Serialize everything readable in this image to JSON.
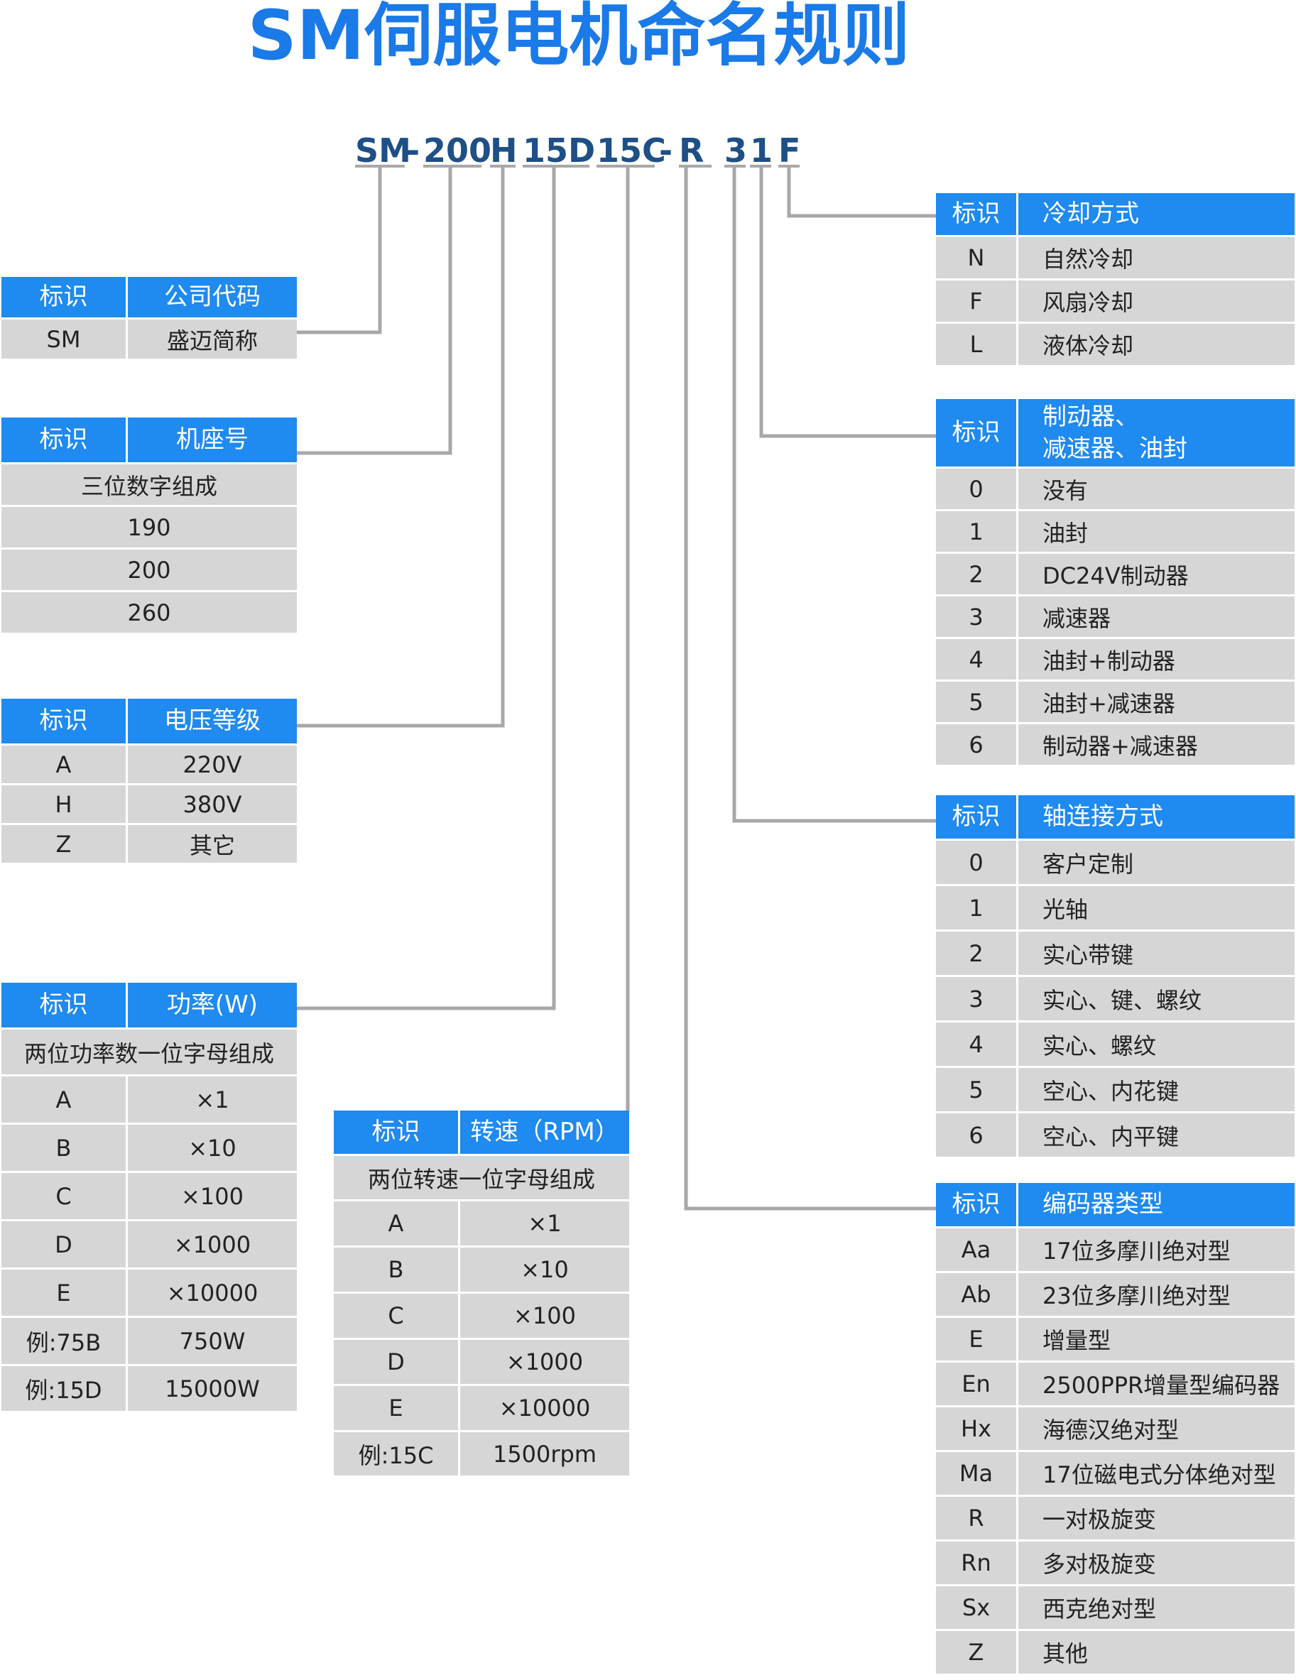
{
  "title": "SM伺服电机命名规则",
  "model_code": [
    "SM",
    "-",
    "200",
    "H",
    "15D",
    "15C",
    "-",
    "R",
    "3",
    "1",
    "F"
  ],
  "colors": {
    "accent": "#1f8af0",
    "title": "#1a7ae8",
    "code": "#1e4f86",
    "row": "#d6d6d6",
    "line": "#a8a8a8"
  },
  "tables": {
    "company": {
      "header": [
        "标识",
        "公司代码"
      ],
      "rows": [
        [
          "SM",
          "盛迈简称"
        ]
      ]
    },
    "frame": {
      "header": [
        "标识",
        "机座号"
      ],
      "note": "三位数字组成",
      "rows": [
        [
          "190"
        ],
        [
          "200"
        ],
        [
          "260"
        ]
      ]
    },
    "voltage": {
      "header": [
        "标识",
        "电压等级"
      ],
      "rows": [
        [
          "A",
          "220V"
        ],
        [
          "H",
          "380V"
        ],
        [
          "Z",
          "其它"
        ]
      ]
    },
    "power": {
      "header": [
        "标识",
        "功率(W)"
      ],
      "note": "两位功率数一位字母组成",
      "rows": [
        [
          "A",
          "×1"
        ],
        [
          "B",
          "×10"
        ],
        [
          "C",
          "×100"
        ],
        [
          "D",
          "×1000"
        ],
        [
          "E",
          "×10000"
        ],
        [
          "例:75B",
          "750W"
        ],
        [
          "例:15D",
          "15000W"
        ]
      ]
    },
    "speed": {
      "header": [
        "标识",
        "转速（RPM）"
      ],
      "note": "两位转速一位字母组成",
      "rows": [
        [
          "A",
          "×1"
        ],
        [
          "B",
          "×10"
        ],
        [
          "C",
          "×100"
        ],
        [
          "D",
          "×1000"
        ],
        [
          "E",
          "×10000"
        ],
        [
          "例:15C",
          "1500rpm"
        ]
      ]
    },
    "cooling": {
      "header": [
        "标识",
        "冷却方式"
      ],
      "rows": [
        [
          "N",
          "自然冷却"
        ],
        [
          "F",
          "风扇冷却"
        ],
        [
          "L",
          "液体冷却"
        ]
      ]
    },
    "brake": {
      "header": [
        "标识",
        "制动器、",
        "减速器、油封"
      ],
      "rows": [
        [
          "0",
          "没有"
        ],
        [
          "1",
          "油封"
        ],
        [
          "2",
          "DC24V制动器"
        ],
        [
          "3",
          "减速器"
        ],
        [
          "4",
          "油封+制动器"
        ],
        [
          "5",
          "油封+减速器"
        ],
        [
          "6",
          "制动器+减速器"
        ]
      ]
    },
    "shaft": {
      "header": [
        "标识",
        "轴连接方式"
      ],
      "rows": [
        [
          "0",
          "客户定制"
        ],
        [
          "1",
          "光轴"
        ],
        [
          "2",
          "实心带键"
        ],
        [
          "3",
          "实心、键、螺纹"
        ],
        [
          "4",
          "实心、螺纹"
        ],
        [
          "5",
          "空心、内花键"
        ],
        [
          "6",
          "空心、内平键"
        ]
      ]
    },
    "encoder": {
      "header": [
        "标识",
        "编码器类型"
      ],
      "rows": [
        [
          "Aa",
          "17位多摩川绝对型"
        ],
        [
          "Ab",
          "23位多摩川绝对型"
        ],
        [
          "E",
          "增量型"
        ],
        [
          "En",
          "2500PPR增量型编码器"
        ],
        [
          "Hx",
          "海德汉绝对型"
        ],
        [
          "Ma",
          "17位磁电式分体绝对型"
        ],
        [
          "R",
          "一对极旋变"
        ],
        [
          "Rn",
          "多对极旋变"
        ],
        [
          "Sx",
          "西克绝对型"
        ],
        [
          "Z",
          "其他"
        ]
      ]
    }
  }
}
